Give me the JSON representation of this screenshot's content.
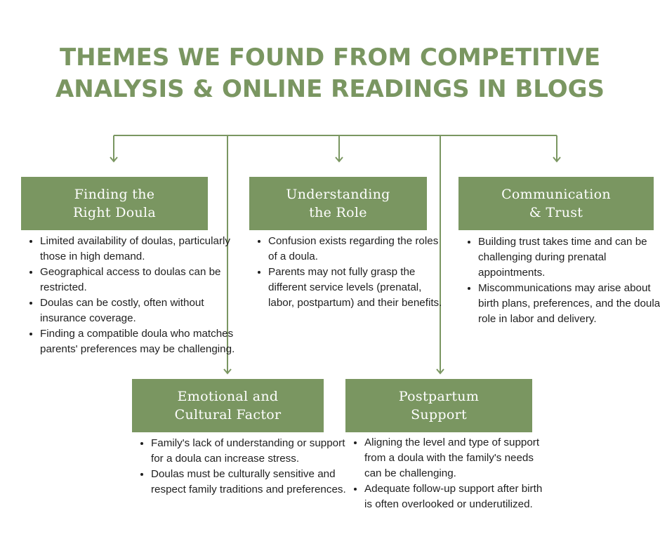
{
  "colors": {
    "accent": "#7a9661",
    "text": "#1f1f1f",
    "background": "#ffffff"
  },
  "title": {
    "line1": "THEMES WE FOUND FROM COMPETITIVE",
    "line2": "ANALYSIS & ONLINE READINGS IN BLOGS"
  },
  "themes": [
    {
      "line1": "Finding the",
      "line2": "Right Doula",
      "points": [
        "Limited availability of doulas, particularly those in high demand.",
        "Geographical access to doulas can be restricted.",
        "Doulas can be costly, often without insurance coverage.",
        "Finding a compatible doula who matches parents' preferences may be challenging."
      ]
    },
    {
      "line1": "Understanding",
      "line2": "the Role",
      "points": [
        "Confusion exists regarding the roles of a doula.",
        "Parents may not fully grasp the different service levels (prenatal, labor, postpartum) and their benefits."
      ]
    },
    {
      "line1": "Communication",
      "line2": "& Trust",
      "points": [
        "Building trust takes time and can be challenging during prenatal appointments.",
        "Miscommunications may arise about birth plans, preferences, and the doula's role in labor and delivery."
      ]
    },
    {
      "line1": "Emotional and",
      "line2": "Cultural Factor",
      "points": [
        "Family's lack of understanding or support for a doula can increase stress.",
        "Doulas must be culturally sensitive and respect family traditions and preferences."
      ]
    },
    {
      "line1": "Postpartum",
      "line2": "Support",
      "points": [
        "Aligning the level and type of support from a doula with the family's needs can be challenging.",
        "Adequate follow-up support after birth is often overlooked or underutilized."
      ]
    }
  ]
}
